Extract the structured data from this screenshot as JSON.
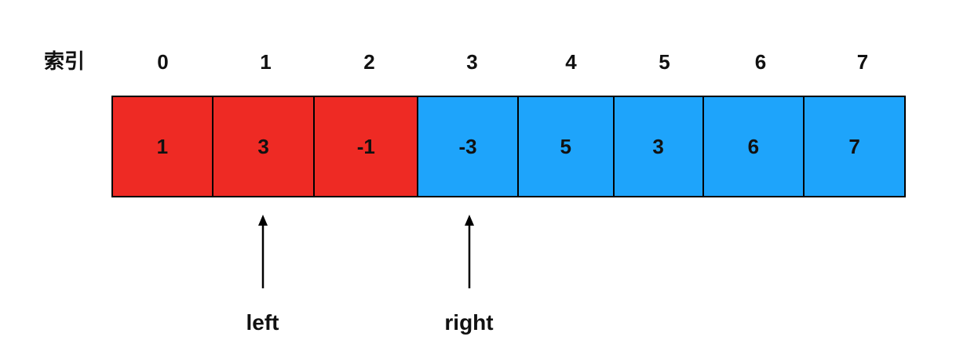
{
  "index_label": "索引",
  "indices": [
    "0",
    "1",
    "2",
    "3",
    "4",
    "5",
    "6",
    "7"
  ],
  "cells": [
    {
      "value": "1",
      "color": "#ee2a24"
    },
    {
      "value": "3",
      "color": "#ee2a24"
    },
    {
      "value": "-1",
      "color": "#ee2a24"
    },
    {
      "value": "-3",
      "color": "#1ea4fb"
    },
    {
      "value": "5",
      "color": "#1ea4fb"
    },
    {
      "value": "3",
      "color": "#1ea4fb"
    },
    {
      "value": "6",
      "color": "#1ea4fb"
    },
    {
      "value": "7",
      "color": "#1ea4fb"
    }
  ],
  "pointers": [
    {
      "label": "left",
      "target_index": 1
    },
    {
      "label": "right",
      "target_index": 3
    }
  ]
}
